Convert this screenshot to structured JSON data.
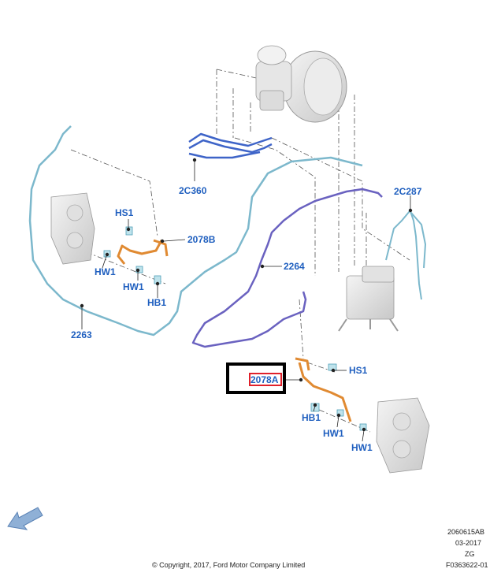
{
  "labels": {
    "l_2c360": "2C360",
    "l_2c287": "2C287",
    "l_hs1_left": "HS1",
    "l_2078b": "2078B",
    "l_hw1_left_a": "HW1",
    "l_hw1_left_b": "HW1",
    "l_hb1_left": "HB1",
    "l_2264": "2264",
    "l_2263": "2263",
    "l_hs1_right": "HS1",
    "l_2078a": "2078A",
    "l_hb1_right": "HB1",
    "l_hw1_right_a": "HW1",
    "l_hw1_right_b": "HW1"
  },
  "metadata": {
    "code1": "2060615AB",
    "date": "03-2017",
    "code2": "ZG",
    "code3": "F0363622-01"
  },
  "copyright": "© Copyright, 2017, Ford Motor Company Limited",
  "colors": {
    "label_blue": "#1f5fbf",
    "line_teal": "#7cb8cc",
    "line_purple": "#6a62c0",
    "line_blue_dark": "#3e64c8",
    "line_orange": "#e08a32",
    "highlight_red": "#e0202a"
  }
}
